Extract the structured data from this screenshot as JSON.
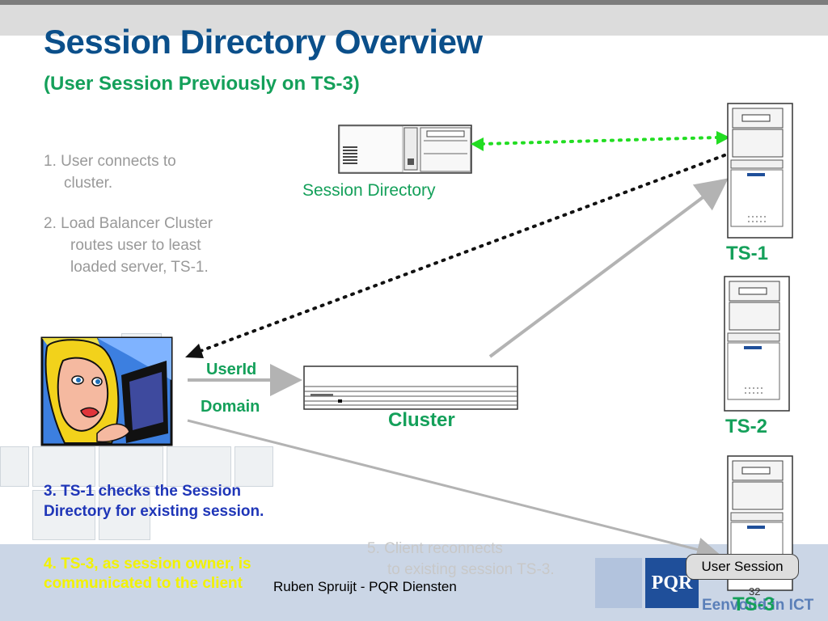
{
  "slide": {
    "title": "Session Directory Overview",
    "subtitle": "(User Session Previously on TS-3)"
  },
  "steps": {
    "step1_line1": "1. User connects to",
    "step1_line2": "cluster.",
    "step2_line1": "2. Load Balancer Cluster",
    "step2_line2": "routes user to least",
    "step2_line3": "loaded server,  TS-1.",
    "step3_line1": "3. TS-1 checks the Session",
    "step3_line2": "Directory for existing session.",
    "step4_line1": "4. TS-3, as session owner, is",
    "step4_line2": "communicated to the client",
    "step5_line1": "5. Client reconnects",
    "step5_line2": "to existing session TS-3."
  },
  "labels": {
    "session_directory": "Session Directory",
    "userid": "UserId",
    "domain": "Domain",
    "cluster": "Cluster",
    "ts1": "TS-1",
    "ts2": "TS-2",
    "ts3": "TS-3",
    "user_session": "User Session"
  },
  "footer": {
    "presenter": "Ruben Spruijt - PQR Diensten",
    "page_number": "32",
    "brand_logo": "PQR",
    "brand_text": "Eenvoud in ICT"
  },
  "colors": {
    "title": "#0b4f8a",
    "accent_green": "#14a05a",
    "step3_blue": "#1f36b8",
    "step4_yellow": "#f2f200",
    "dotted_green": "#22dd22"
  }
}
